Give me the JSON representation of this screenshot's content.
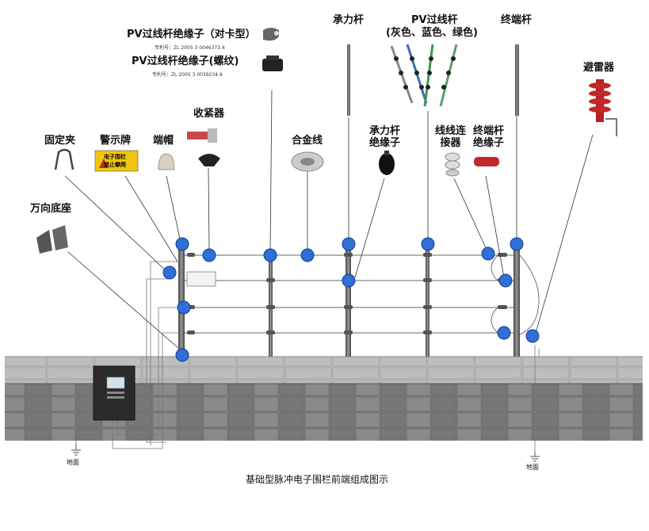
{
  "labels": {
    "pv_card_insulator": "PV过线杆绝缘子（对卡型）",
    "pv_card_patent": "专利号：ZL 2005 3 0046373.4",
    "pv_thread_insulator": "PV过线杆绝缘子(螺纹)",
    "pv_thread_patent": "专利号：ZL 2005 3 0039234.9",
    "load_pole": "承力杆",
    "pv_line_pole": "PV过线杆",
    "pv_line_pole_colors": "(灰色、蓝色、绿色)",
    "end_pole": "终端杆",
    "lightning_arrester": "避雷器",
    "fixing_clip": "固定夹",
    "warning_sign": "警示牌",
    "end_cap": "端帽",
    "tensioner": "收紧器",
    "alloy_wire": "合金线",
    "load_pole_insulator_1": "承力杆",
    "load_pole_insulator_2": "绝缘子",
    "wire_connector_1": "线线连",
    "wire_connector_2": "接器",
    "end_pole_insulator_1": "终端杆",
    "end_pole_insulator_2": "绝缘子",
    "universal_base": "万向底座",
    "ground_left": "地面",
    "ground_right": "地面",
    "warning_sign_text_1": "电子围栏",
    "warning_sign_text_2": "禁止攀爬",
    "caption": "基础型脉冲电子围栏前端组成图示"
  },
  "colors": {
    "marker": "#2f6fd6",
    "wall_light": "#b8b8b8",
    "wall_dark": "#6e6e6e",
    "insulator_red": "#c0282a",
    "sign_yellow": "#f1c40f",
    "controller": "#2b2b2b"
  }
}
